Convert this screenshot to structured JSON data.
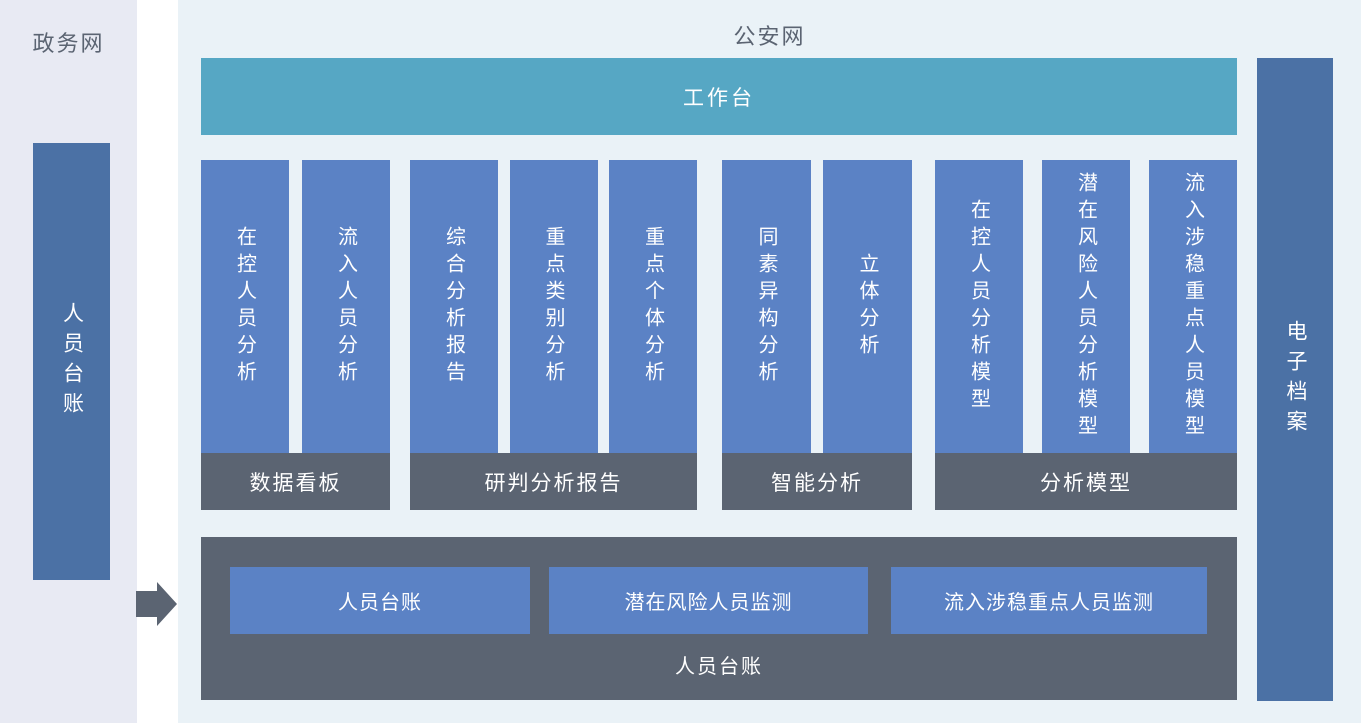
{
  "colors": {
    "left_bg": "#e8eaf3",
    "main_bg": "#eaf2f7",
    "teal": "#56a7c4",
    "bar_blue": "#5b82c5",
    "side_blue": "#4b71a5",
    "dark_slate": "#5b6472",
    "title_text": "#5b6472"
  },
  "left_panel": {
    "network_label": "政务网",
    "bar_label": "人员台账"
  },
  "main": {
    "network_label": "公安网",
    "workbench_label": "工作台",
    "groups": [
      {
        "footer": "数据看板",
        "items": [
          "在控人员分析",
          "流入人员分析"
        ]
      },
      {
        "footer": "研判分析报告",
        "items": [
          "综合分析报告",
          "重点类别分析",
          "重点个体分析"
        ]
      },
      {
        "footer": "智能分析",
        "items": [
          "同素异构分析",
          "立体分析"
        ]
      },
      {
        "footer": "分析模型",
        "items": [
          "在控人员分析模型",
          "潜在风险人员分析模型",
          "流入涉稳重点人员模型"
        ]
      }
    ],
    "bottom_box": {
      "label": "人员台账",
      "buttons": [
        "人员台账",
        "潜在风险人员监测",
        "流入涉稳重点人员监测"
      ]
    },
    "right_bar_label": "电子档案"
  }
}
